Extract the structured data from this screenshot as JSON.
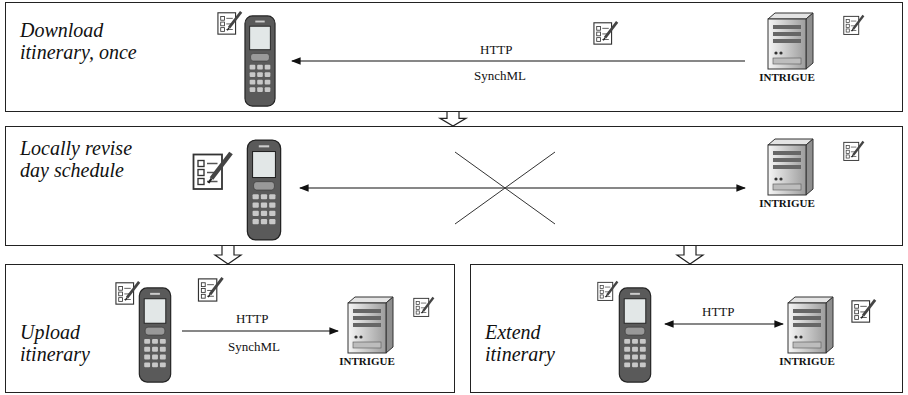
{
  "diagram": {
    "nodes": [
      {
        "text": [
          "Download itinerary, once"
        ]
      },
      {
        "text": [
          "INTRIGUE"
        ],
        "in": 0
      },
      {
        "text": [
          "Locally revise day schedule"
        ]
      },
      {
        "text": [
          "INTRIGUE"
        ],
        "in": 2
      },
      {
        "text": [
          "Upload itinerary"
        ]
      },
      {
        "text": [
          "INTRIGUE"
        ],
        "in": 4
      },
      {
        "text": [
          "Extend itinerary"
        ]
      },
      {
        "text": [
          "INTRIGUE"
        ],
        "in": 6
      }
    ],
    "edges": [
      {
        "from": 0,
        "to": 2,
        "arrow": "to"
      },
      {
        "from": 2,
        "to": 4,
        "arrow": "to"
      },
      {
        "from": 2,
        "to": 6,
        "arrow": "to"
      }
    ],
    "labels": [
      "HTTP",
      "SynchML",
      "HTTP",
      "SynchML",
      "HTTP"
    ]
  }
}
